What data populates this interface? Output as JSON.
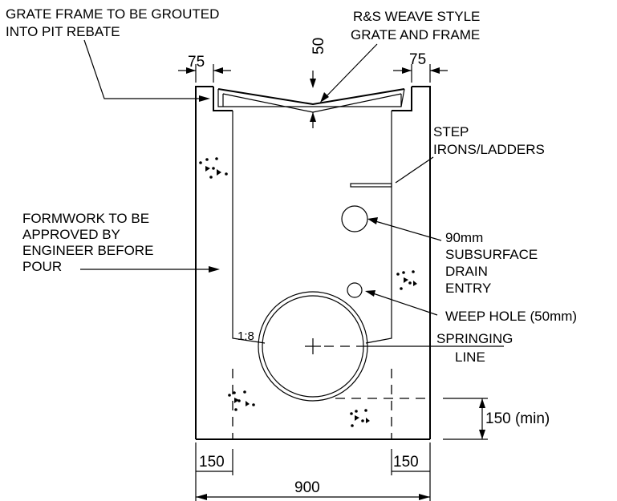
{
  "labels": {
    "grate_frame_line1": "GRATE FRAME TO BE GROUTED",
    "grate_frame_line2": "INTO PIT REBATE",
    "weave_line1": "R&S WEAVE STYLE",
    "weave_line2": "GRATE AND FRAME",
    "step_line1": "STEP",
    "step_line2": "IRONS/LADDERS",
    "formwork_line1": "FORMWORK TO BE",
    "formwork_line2": "APPROVED BY",
    "formwork_line3": "ENGINEER BEFORE",
    "formwork_line4": "POUR",
    "subsurface_line1": "90mm",
    "subsurface_line2": "SUBSURFACE",
    "subsurface_line3": "DRAIN",
    "subsurface_line4": "ENTRY",
    "weep_hole": "WEEP HOLE (50mm)",
    "springing_line1": "SPRINGING",
    "springing_line2": "LINE",
    "slope": "1:8"
  },
  "dimensions": {
    "rebate_left": "75",
    "rebate_right": "75",
    "grate_depth": "50",
    "wall_left": "150",
    "wall_right": "150",
    "overall_width": "900",
    "base_thickness": "150 (min)"
  }
}
